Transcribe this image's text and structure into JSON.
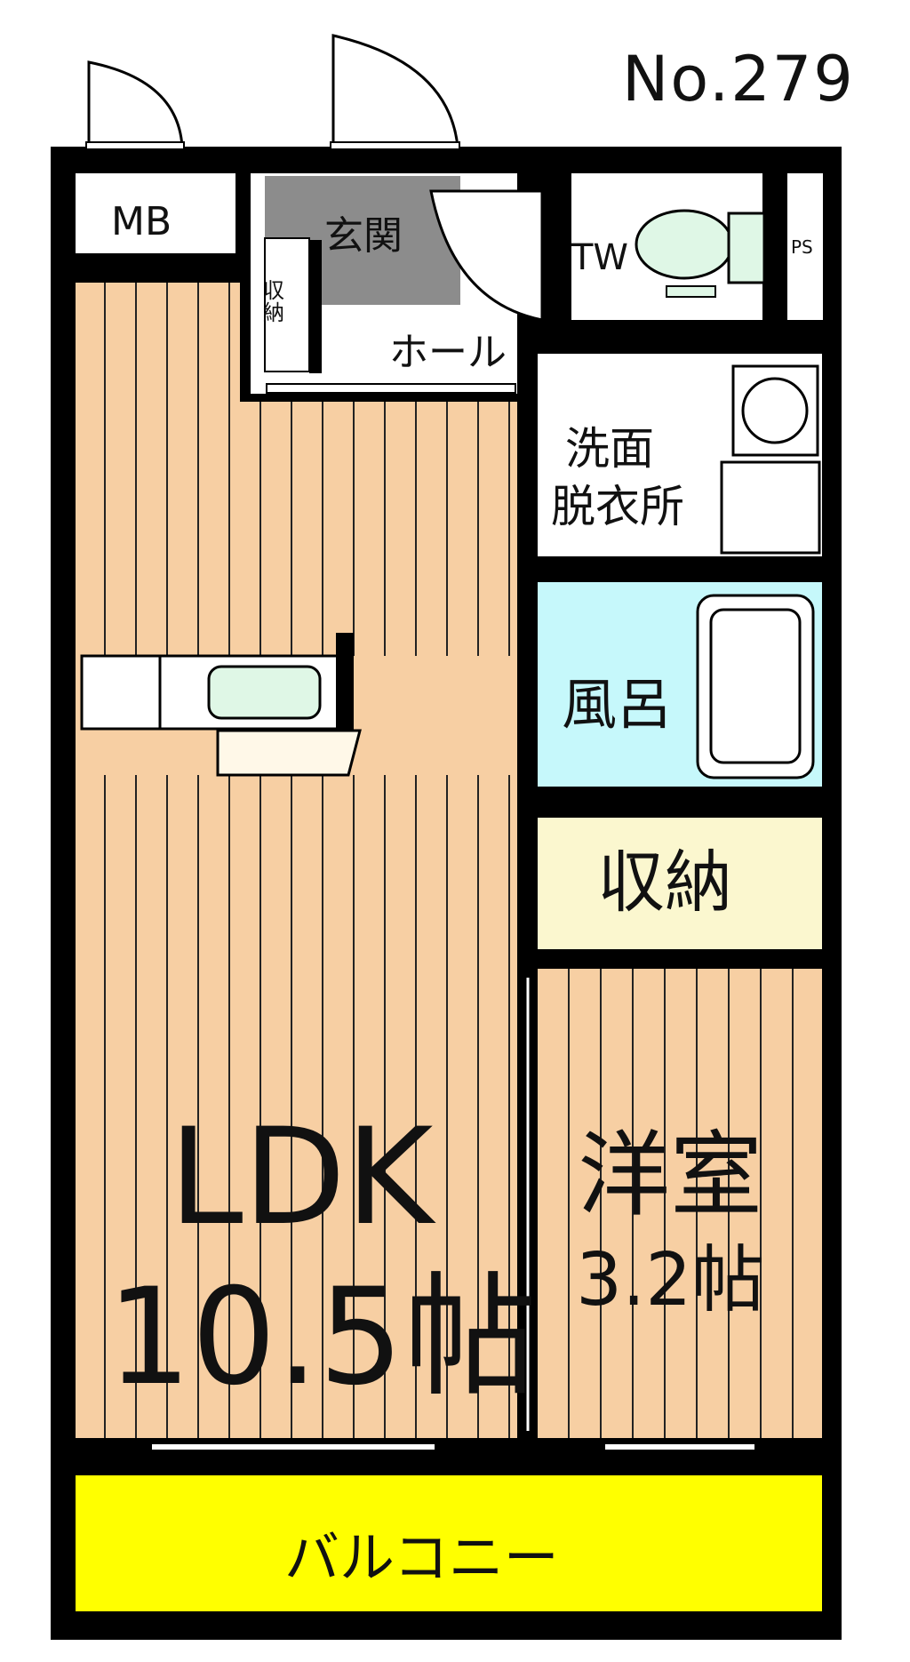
{
  "floor_plan": {
    "plan_number": "No.279",
    "rooms": {
      "mb": "MB",
      "genkan": "玄関",
      "hall": "ホール",
      "shuno_small": "収納",
      "toilet": "TW",
      "ps": "PS",
      "washroom_line1": "洗面",
      "washroom_line2": "脱衣所",
      "bath": "風呂",
      "storage": "収納",
      "ldk": "LDK",
      "ldk_size": "10.5帖",
      "western_room": "洋室",
      "western_room_size": "3.2帖",
      "balcony": "バルコニー"
    },
    "colors": {
      "wall": "#000000",
      "wood_floor": "#f7cfa3",
      "wood_line": "#222222",
      "genkan_floor": "#8c8c8c",
      "bath": "#c6f8fb",
      "storage": "#fbf7cf",
      "balcony": "#ffff00",
      "fixture": "#dff7e6"
    }
  }
}
